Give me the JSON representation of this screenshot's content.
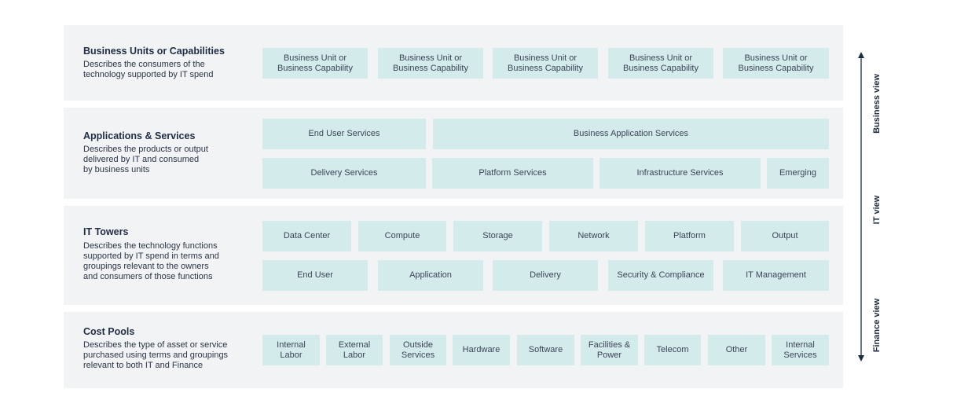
{
  "layers": [
    {
      "title": "Business Units or Capabilities",
      "description": "Describes the consumers of the\ntechnology supported by IT spend",
      "rows": [
        [
          "Business Unit or\nBusiness Capability",
          "Business Unit or\nBusiness Capability",
          "Business Unit or\nBusiness Capability",
          "Business Unit or\nBusiness Capability",
          "Business Unit or\nBusiness Capability"
        ]
      ]
    },
    {
      "title": "Applications & Services",
      "description": "Describes the products or output\ndelivered by IT and consumed\nby business units",
      "rows": [
        [
          "End User Services",
          "Business Application Services"
        ],
        [
          "Delivery Services",
          "Platform Services",
          "Infrastructure Services",
          "Emerging"
        ]
      ]
    },
    {
      "title": "IT Towers",
      "description": "Describes the technology functions\nsupported by IT spend in terms and\ngroupings relevant to the owners\nand consumers of those functions",
      "rows": [
        [
          "Data Center",
          "Compute",
          "Storage",
          "Network",
          "Platform",
          "Output"
        ],
        [
          "End User",
          "Application",
          "Delivery",
          "Security & Compliance",
          "IT Management"
        ]
      ]
    },
    {
      "title": "Cost Pools",
      "description": "Describes the type of asset or service\npurchased using terms and groupings\nrelevant to both IT and Finance",
      "rows": [
        [
          "Internal\nLabor",
          "External\nLabor",
          "Outside\nServices",
          "Hardware",
          "Software",
          "Facilities &\nPower",
          "Telecom",
          "Other",
          "Internal\nServices"
        ]
      ]
    }
  ],
  "views": [
    "Business view",
    "IT view",
    "Finance view"
  ],
  "colors": {
    "band": "#f2f3f4",
    "box": "#d4ebec",
    "ink": "#1f2d44"
  }
}
